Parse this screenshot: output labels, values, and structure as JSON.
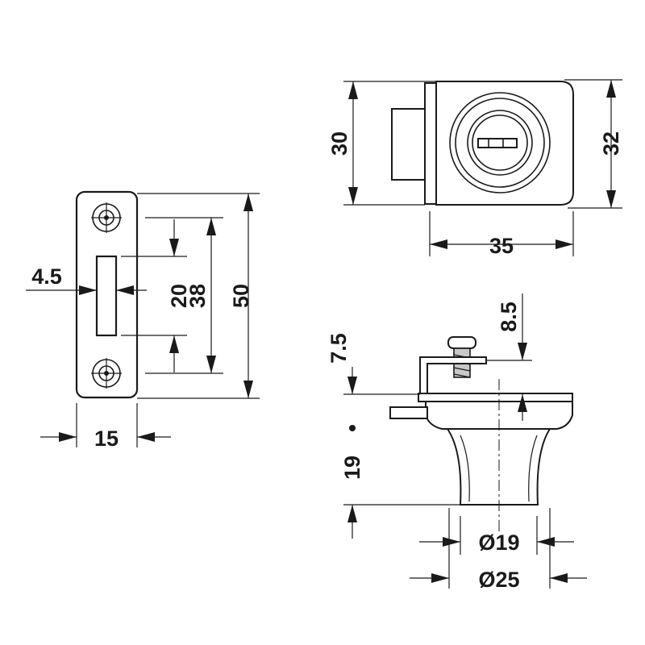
{
  "strike_plate": {
    "width_label": "15",
    "inset_label": "4.5",
    "slot_label": "20",
    "holes_label": "38",
    "height_label": "50"
  },
  "lock_top_view": {
    "height_left_label": "30",
    "height_right_label": "32",
    "width_label": "35"
  },
  "lock_side_view": {
    "top_offset_label": "8.5",
    "clamp_label": "7.5",
    "knob_height_label": "19",
    "inner_diameter_label": "Ø19",
    "outer_diameter_label": "Ø25"
  }
}
